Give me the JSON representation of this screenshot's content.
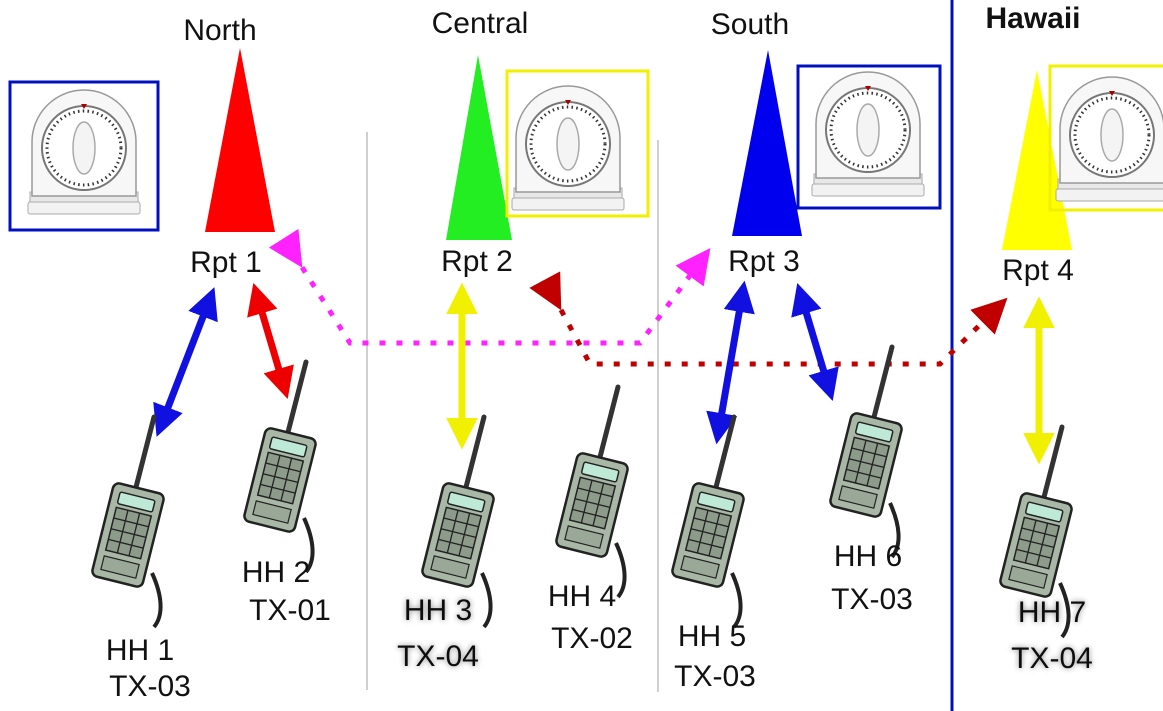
{
  "regions": {
    "north": "North",
    "central": "Central",
    "south": "South",
    "hawaii": "Hawaii"
  },
  "repeaters": {
    "rpt1": "Rpt 1",
    "rpt2": "Rpt 2",
    "rpt3": "Rpt 3",
    "rpt4": "Rpt 4"
  },
  "handhelds": [
    {
      "name": "HH 1",
      "tx": "TX-03",
      "tx_color": "#1010e0"
    },
    {
      "name": "HH 2",
      "tx": "TX-01",
      "tx_color": "#111111"
    },
    {
      "name": "HH 3",
      "tx": "TX-04",
      "tx_color": "#f4f000"
    },
    {
      "name": "HH 4",
      "tx": "TX-02",
      "tx_color": "#19e019"
    },
    {
      "name": "HH 5",
      "tx": "TX-03",
      "tx_color": "#1010e0"
    },
    {
      "name": "HH 6",
      "tx": "TX-03",
      "tx_color": "#1010e0"
    },
    {
      "name": "HH 7",
      "tx": "TX-04",
      "tx_color": "#f4f000"
    }
  ],
  "colors": {
    "north_triangle": "#ff0000",
    "central_triangle": "#22ee22",
    "south_triangle": "#0000ee",
    "hawaii_triangle": "#ffff00",
    "timer_frame_blue": "#0010c0",
    "timer_frame_yellow": "#f0f000",
    "link_magenta": "#ff22ff",
    "link_darkred": "#c00000",
    "divider_blue": "#0010c0"
  }
}
